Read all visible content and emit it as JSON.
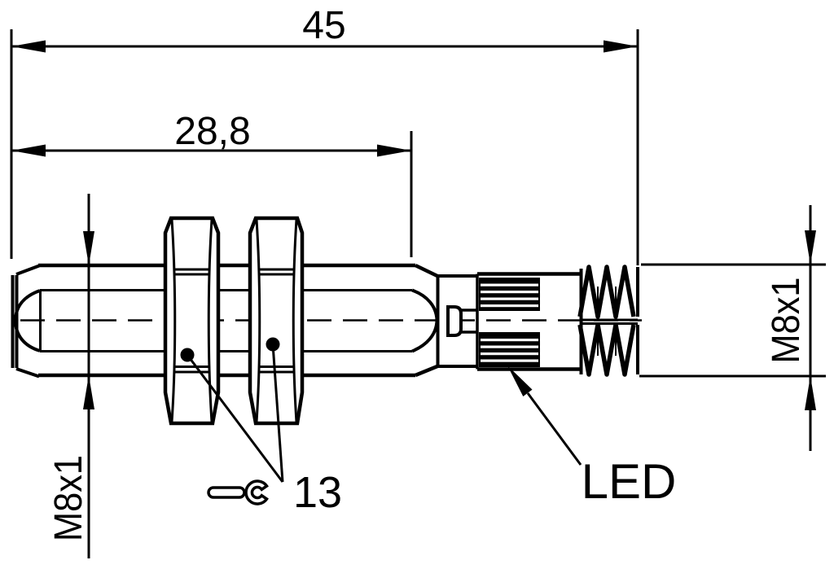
{
  "drawing": {
    "type": "technical-dimension-drawing",
    "subject": "M8 threaded cylindrical proximity sensor, side view with mounting nuts, LED window and connector thread",
    "background_color": "#ffffff",
    "line_color": "#000000",
    "labels": {
      "overall_length": "45",
      "housing_length": "28,8",
      "front_thread": "M8x1",
      "rear_thread": "M8x1",
      "wrench_size": "13",
      "led": "LED"
    },
    "icons": {
      "wrench": "open-end-wrench-icon"
    }
  }
}
